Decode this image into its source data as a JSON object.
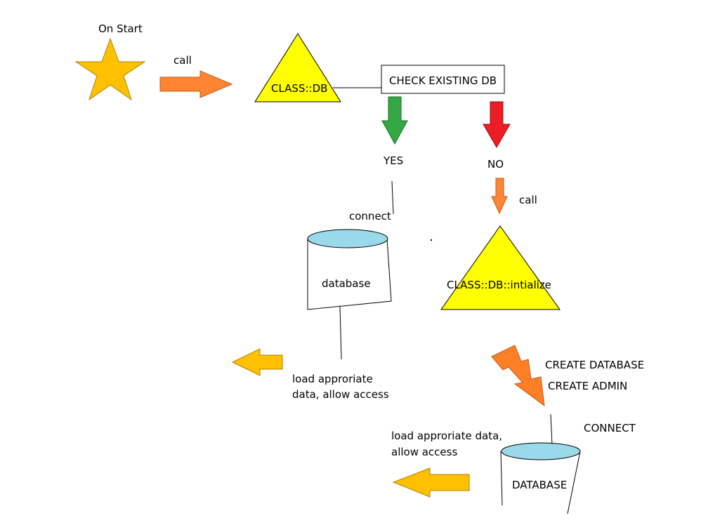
{
  "labels": {
    "on_start": "On Start",
    "call_1": "call",
    "class_db": "CLASS::DB",
    "check_existing_db": "CHECK EXISTING DB",
    "yes": "YES",
    "no": "NO",
    "call_2": "call",
    "connect": "connect",
    "database": "database",
    "class_db_initialize": "CLASS::DB::intialize",
    "load_data_1_line1": "load approriate",
    "load_data_1_line2": "data, allow access",
    "create_database": "CREATE DATABASE",
    "create_admin": "CREATE ADMIN",
    "connect_caps": "CONNECT",
    "load_data_2_line1": "load approriate data,",
    "load_data_2_line2": "allow access",
    "database_caps": "DATABASE"
  },
  "colors": {
    "star": "#ffc000",
    "triangle": "#ffff00",
    "orange_arrow": "#ff8533",
    "green_arrow": "#33a845",
    "red_arrow": "#ee1c24",
    "yellow_arrow": "#ffc000",
    "db_top": "#99d9ea",
    "lightning": "#ff7f27"
  },
  "icons": {
    "start": "star-icon",
    "class": "triangle-icon",
    "database": "cylinder-icon",
    "process": "lightning-icon"
  }
}
